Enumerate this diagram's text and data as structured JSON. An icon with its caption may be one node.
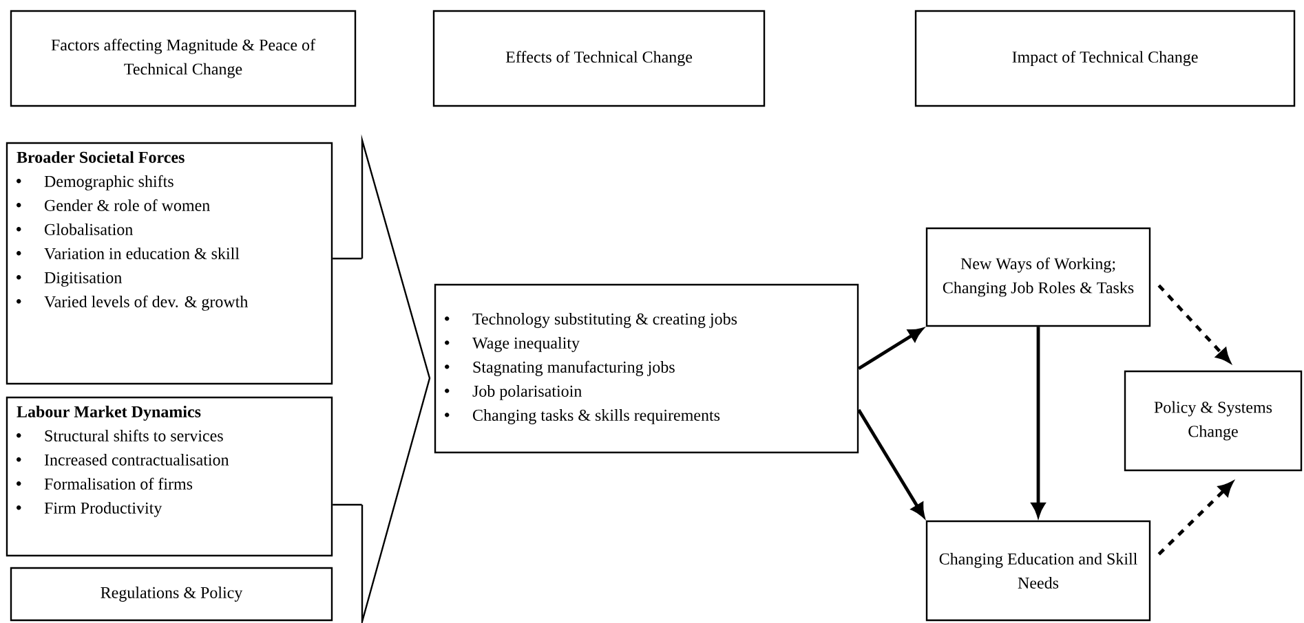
{
  "diagram": {
    "nodes": [
      {
        "text": [
          "Factors affecting Magnitude & Peace of Technical Change"
        ]
      },
      {
        "text": [
          "Effects of Technical Change"
        ]
      },
      {
        "text": [
          "Impact of Technical Change"
        ]
      },
      {
        "text": [
          "Broader Societal Forces",
          "Demographic shifts",
          "Gender & role of women",
          "Globalisation",
          "Variation in education & skill",
          "Digitisation",
          "Varied levels of dev. & growth"
        ]
      },
      {
        "text": [
          "Labour Market Dynamics",
          "Structural shifts to services",
          "Increased contractualisation",
          "Formalisation of firms",
          "Firm Productivity"
        ]
      },
      {
        "text": [
          "Regulations & Policy"
        ]
      },
      {
        "text": [],
        "shape": "chevron"
      },
      {
        "text": [
          "Technology substituting & creating jobs",
          "Wage inequality",
          "Stagnating manufacturing jobs",
          "Job polarisatioin",
          "Changing tasks & skills requirements"
        ]
      },
      {
        "text": [
          "New Ways of Working; Changing Job Roles & Tasks"
        ]
      },
      {
        "text": [
          "Policy & Systems Change"
        ]
      },
      {
        "text": [
          "Changing Education and Skill Needs"
        ]
      }
    ],
    "edges": [
      {
        "from": 3,
        "to": 6,
        "arrow": "none"
      },
      {
        "from": 4,
        "to": 6,
        "arrow": "none"
      },
      {
        "from": 7,
        "to": 8,
        "arrow": "to"
      },
      {
        "from": 7,
        "to": 10,
        "arrow": "to"
      },
      {
        "from": 8,
        "to": 10,
        "arrow": "to"
      },
      {
        "from": 8,
        "to": 9,
        "arrow": "to",
        "style": "dashed"
      },
      {
        "from": 10,
        "to": 9,
        "arrow": "to",
        "style": "dashed"
      }
    ]
  }
}
